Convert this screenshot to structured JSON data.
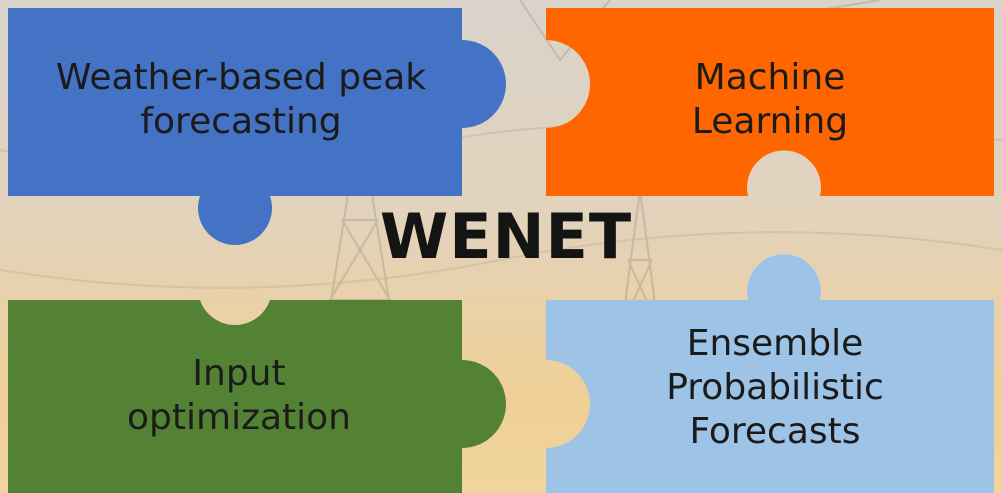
{
  "title": "WENET",
  "pieces": {
    "weather": {
      "lines": [
        "Weather-based peak",
        "forecasting"
      ],
      "color": "#4472C4"
    },
    "ml": {
      "lines": [
        "Machine",
        "Learning"
      ],
      "color": "#FF6600"
    },
    "input": {
      "lines": [
        "Input",
        "optimization"
      ],
      "color": "#548235"
    },
    "ensemble": {
      "lines": [
        "Ensemble",
        "Probabilistic",
        "Forecasts"
      ],
      "color": "#9DC3E6"
    }
  },
  "colors": {
    "background_sky": "#d8cfc2",
    "background_warm": "#e9c88f"
  }
}
